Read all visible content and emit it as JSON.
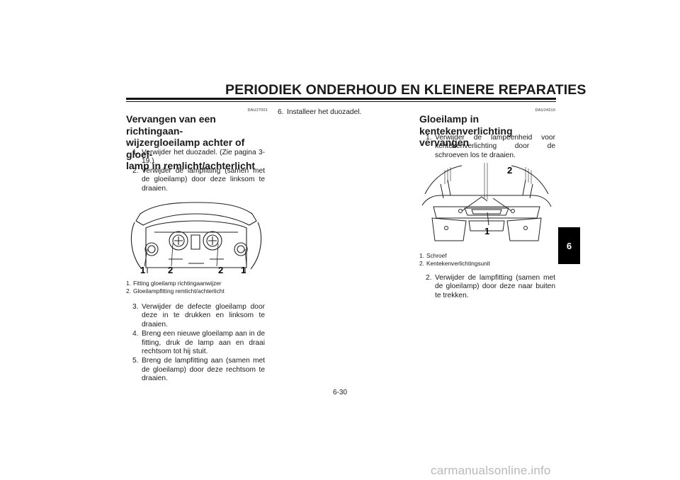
{
  "header": {
    "title": "PERIODIEK ONDERHOUD EN KLEINERE REPARATIES"
  },
  "left_section": {
    "code": "DAU27001",
    "heading_lines": [
      "Vervangen van een richtingaan-",
      "wijzergloeilamp achter of gloei-",
      "lamp in remlicht/achterlicht"
    ],
    "steps_before": [
      {
        "num": "1.",
        "text": "Verwijder het duozadel. (Zie pagina 3-19.)"
      },
      {
        "num": "2.",
        "text": "Verwijder de lampfitting (samen met de gloeilamp) door deze linksom te draaien."
      }
    ],
    "figure_callouts": [
      "1",
      "2",
      "2",
      "1"
    ],
    "captions": [
      {
        "num": "1.",
        "text": "Fitting gloeilamp richtingaanwijzer"
      },
      {
        "num": "2.",
        "text": "Gloeilampfitting remlicht/achterlicht"
      }
    ],
    "steps_after": [
      {
        "num": "3.",
        "text": "Verwijder de defecte gloeilamp door deze in te drukken en linksom te draaien."
      },
      {
        "num": "4.",
        "text": "Breng een nieuwe gloeilamp aan in de fitting, druk de lamp aan en draai rechtsom tot hij stuit."
      },
      {
        "num": "5.",
        "text": "Breng de lampfitting aan (samen met de gloeilamp) door deze rechtsom te draaien."
      }
    ]
  },
  "middle_section": {
    "steps": [
      {
        "num": "6.",
        "text": "Installeer het duozadel."
      }
    ]
  },
  "right_section": {
    "code": "DAU24310",
    "heading_lines": [
      "Gloeilamp in kentekenverlichting",
      "vervangen"
    ],
    "steps_before": [
      {
        "num": "1.",
        "text": "Verwijder de lampeenheid voor kentekenverlichting door de schroeven los te draaien."
      }
    ],
    "figure_callouts": [
      "2",
      "1"
    ],
    "captions": [
      {
        "num": "1.",
        "text": "Schroef"
      },
      {
        "num": "2.",
        "text": "Kentekenverlichtingsunit"
      }
    ],
    "steps_after": [
      {
        "num": "2.",
        "text": "Verwijder de lampfitting (samen met de gloeilamp) door deze naar buiten te trekken."
      }
    ]
  },
  "side_tab": {
    "label": "6"
  },
  "footer": {
    "page_number": "6-30"
  },
  "watermark": {
    "text": "carmanualsonline.info"
  }
}
